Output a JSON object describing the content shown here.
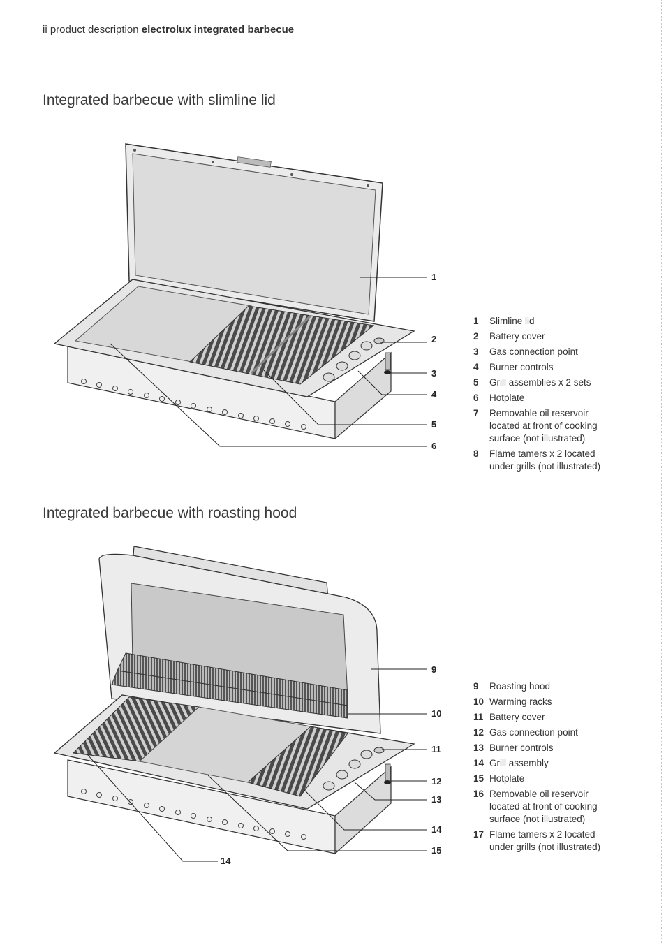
{
  "header": {
    "prefix": "ii  product description ",
    "bold": "electrolux integrated barbecue"
  },
  "sections": [
    {
      "title": "Integrated barbecue with slimline lid",
      "callouts": [
        "1",
        "2",
        "3",
        "4",
        "5",
        "6"
      ],
      "legend": [
        {
          "num": "1",
          "text": "Slimline lid"
        },
        {
          "num": "2",
          "text": "Battery cover"
        },
        {
          "num": "3",
          "text": "Gas connection point"
        },
        {
          "num": "4",
          "text": "Burner controls"
        },
        {
          "num": "5",
          "text": "Grill assemblies x 2 sets"
        },
        {
          "num": "6",
          "text": "Hotplate"
        },
        {
          "num": "7",
          "text": "Removable oil reservoir located at front of cooking surface (not illustrated)"
        },
        {
          "num": "8",
          "text": "Flame tamers x 2 located under grills (not illustrated)"
        }
      ]
    },
    {
      "title": "Integrated barbecue with roasting hood",
      "callouts": [
        "9",
        "10",
        "11",
        "12",
        "13",
        "14",
        "15",
        "14"
      ],
      "legend": [
        {
          "num": "9",
          "text": "Roasting hood"
        },
        {
          "num": "10",
          "text": "Warming racks"
        },
        {
          "num": "11",
          "text": "Battery cover"
        },
        {
          "num": "12",
          "text": "Gas connection point"
        },
        {
          "num": "13",
          "text": "Burner controls"
        },
        {
          "num": "14",
          "text": "Grill assembly"
        },
        {
          "num": "15",
          "text": "Hotplate"
        },
        {
          "num": "16",
          "text": "Removable oil reservoir located at front of cooking surface (not illustrated)"
        },
        {
          "num": "17",
          "text": "Flame tamers x 2 located under grills (not illustrated)"
        }
      ]
    }
  ]
}
